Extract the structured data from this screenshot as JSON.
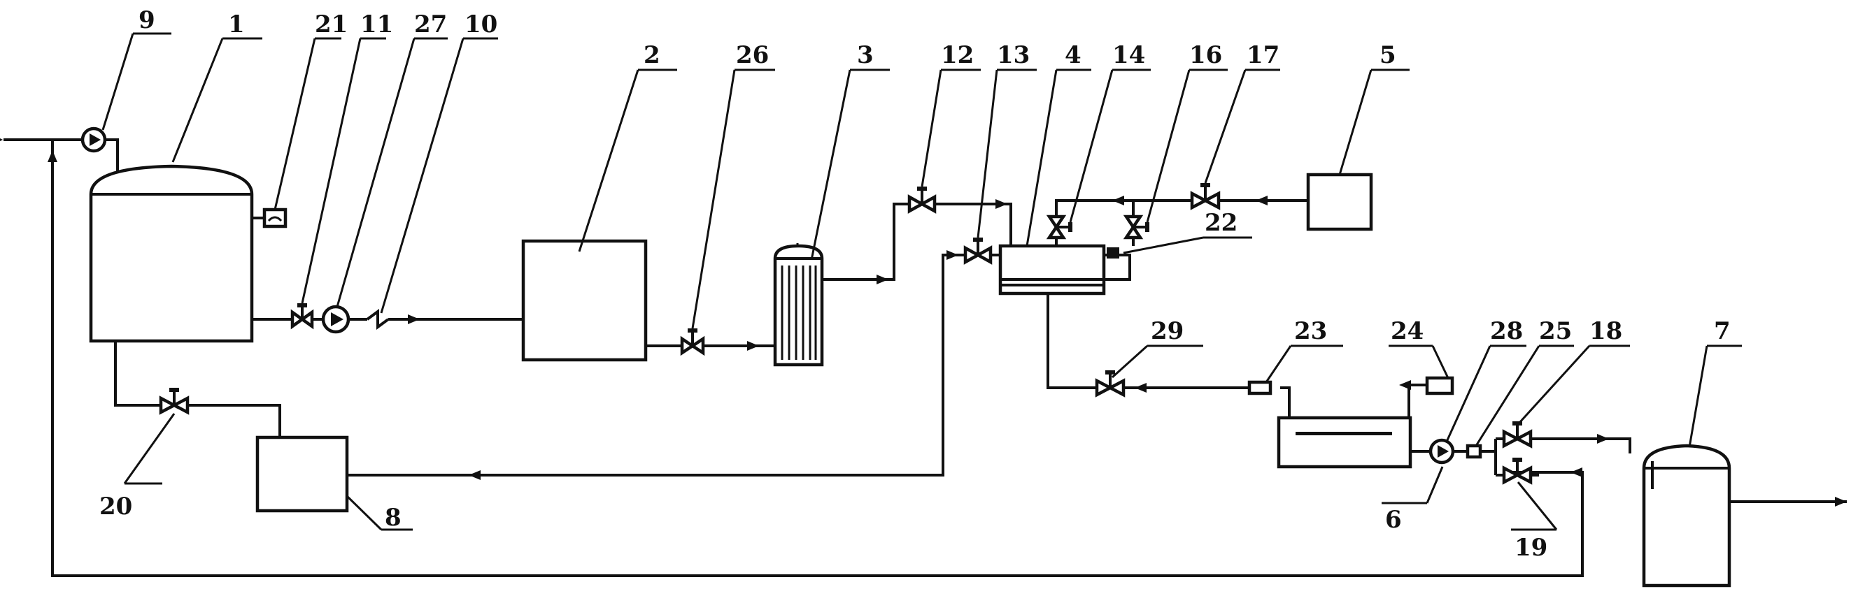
{
  "labels": {
    "n1": "1",
    "n2": "2",
    "n3": "3",
    "n4": "4",
    "n5": "5",
    "n6": "6",
    "n7": "7",
    "n8": "8",
    "n9": "9",
    "n10": "10",
    "n11": "11",
    "n12": "12",
    "n13": "13",
    "n14": "14",
    "n16": "16",
    "n17": "17",
    "n18": "18",
    "n19": "19",
    "n20": "20",
    "n21": "21",
    "n22": "22",
    "n23": "23",
    "n24": "24",
    "n25": "25",
    "n26": "26",
    "n27": "27",
    "n28": "28",
    "n29": "29"
  }
}
